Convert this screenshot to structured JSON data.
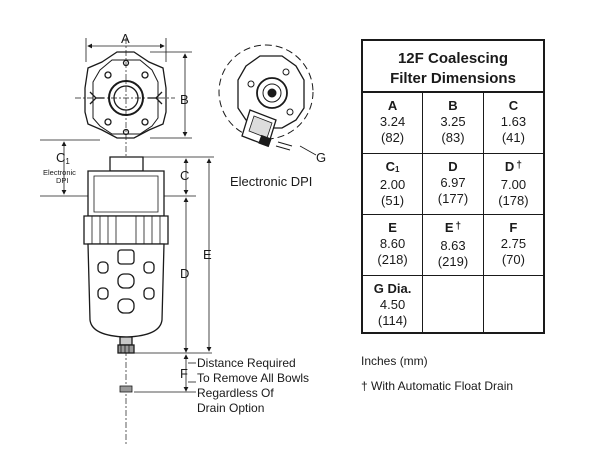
{
  "table": {
    "title_line1": "12F Coalescing",
    "title_line2": "Filter Dimensions",
    "cells": [
      {
        "label": "A",
        "inches": "3.24",
        "mm": "(82)"
      },
      {
        "label": "B",
        "inches": "3.25",
        "mm": "(83)"
      },
      {
        "label": "C",
        "inches": "1.63",
        "mm": "(41)"
      },
      {
        "label": "C",
        "label_sub": "1",
        "inches": "2.00",
        "mm": "(51)"
      },
      {
        "label": "D",
        "inches": "6.97",
        "mm": "(177)"
      },
      {
        "label": "D",
        "label_sup": "†",
        "inches": "7.00",
        "mm": "(178)"
      },
      {
        "label": "E",
        "inches": "8.60",
        "mm": "(218)"
      },
      {
        "label": "E",
        "label_sup": "†",
        "inches": "8.63",
        "mm": "(219)"
      },
      {
        "label": "F",
        "inches": "2.75",
        "mm": "(70)"
      },
      {
        "label": "G Dia.",
        "inches": "4.50",
        "mm": "(114)"
      }
    ]
  },
  "notes": {
    "units": "Inches (mm)",
    "footnote": "† With Automatic Float Drain"
  },
  "drawing": {
    "label_a": "A",
    "label_b": "B",
    "label_c": "C",
    "label_c1": "C",
    "label_c1_sub": "1",
    "label_c1_note_1": "Electronic",
    "label_c1_note_2": "DPI",
    "label_d": "D",
    "label_e": "E",
    "label_f": "F",
    "label_g": "G",
    "electronic_dpi_caption": "Electronic DPI",
    "bowl_note_1": "Distance Required",
    "bowl_note_2": "To Remove All Bowls",
    "bowl_note_3": "Regardless Of",
    "bowl_note_4": "Drain Option"
  }
}
